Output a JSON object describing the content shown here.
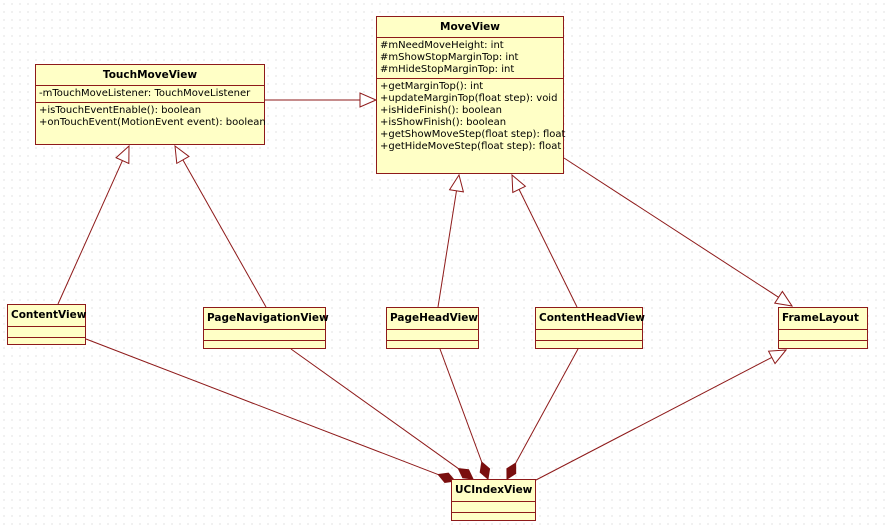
{
  "diagram": {
    "classes": {
      "touch_move_view": {
        "name": "TouchMoveView",
        "attributes": [
          "-mTouchMoveListener: TouchMoveListener"
        ],
        "operations": [
          "+isTouchEventEnable(): boolean",
          "+onTouchEvent(MotionEvent event): boolean"
        ]
      },
      "move_view": {
        "name": "MoveView",
        "attributes": [
          "#mNeedMoveHeight: int",
          "#mShowStopMarginTop: int",
          "#mHideStopMarginTop: int"
        ],
        "operations": [
          "+getMarginTop(): int",
          "+updateMarginTop(float step): void",
          "+isHideFinish(): boolean",
          "+isShowFinish(): boolean",
          "+getShowMoveStep(float step): float",
          "+getHideMoveStep(float step): float"
        ]
      },
      "content_view": {
        "name": "ContentView"
      },
      "page_navigation_view": {
        "name": "PageNavigationView"
      },
      "page_head_view": {
        "name": "PageHeadView"
      },
      "content_head_view": {
        "name": "ContentHeadView"
      },
      "frame_layout": {
        "name": "FrameLayout"
      },
      "uc_index_view": {
        "name": "UCIndexView"
      }
    },
    "relationships": [
      {
        "type": "generalization",
        "from": "TouchMoveView",
        "to": "MoveView"
      },
      {
        "type": "generalization",
        "from": "ContentView",
        "to": "TouchMoveView"
      },
      {
        "type": "generalization",
        "from": "PageNavigationView",
        "to": "TouchMoveView"
      },
      {
        "type": "generalization",
        "from": "PageHeadView",
        "to": "MoveView"
      },
      {
        "type": "generalization",
        "from": "ContentHeadView",
        "to": "MoveView"
      },
      {
        "type": "generalization",
        "from": "MoveView",
        "to": "FrameLayout"
      },
      {
        "type": "generalization",
        "from": "UCIndexView",
        "to": "FrameLayout"
      },
      {
        "type": "composition",
        "from": "ContentView",
        "to": "UCIndexView"
      },
      {
        "type": "composition",
        "from": "PageNavigationView",
        "to": "UCIndexView"
      },
      {
        "type": "composition",
        "from": "PageHeadView",
        "to": "UCIndexView"
      },
      {
        "type": "composition",
        "from": "ContentHeadView",
        "to": "UCIndexView"
      }
    ],
    "colors": {
      "class_fill": "#ffffc6",
      "class_border": "#8e1a1a",
      "line": "#8e1a1a",
      "diamond": "#7a0f0f"
    }
  }
}
